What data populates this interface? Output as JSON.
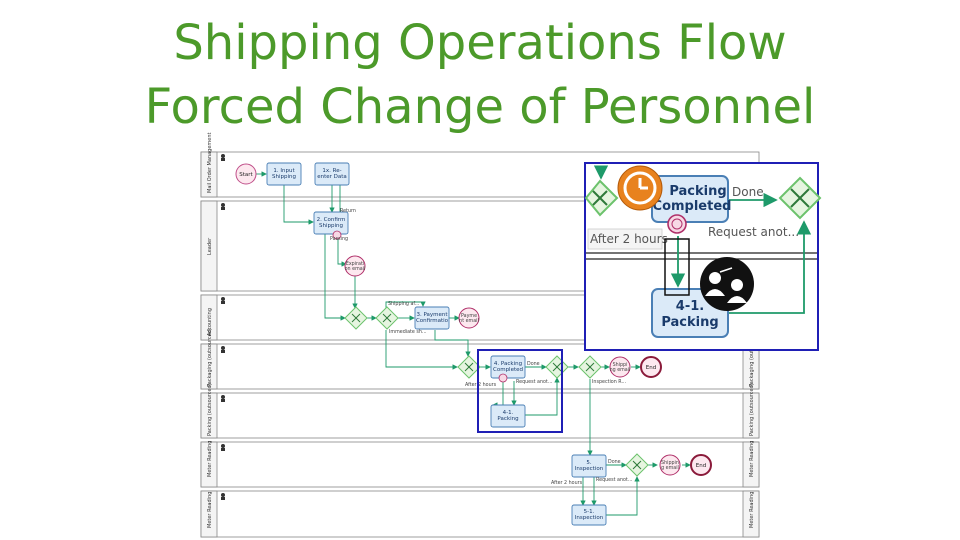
{
  "title": {
    "line1": "Shipping Operations Flow",
    "line2": "Forced Change of Personnel"
  },
  "lanes": [
    {
      "label": "Mail Order Management"
    },
    {
      "label": "Leader"
    },
    {
      "label": "Accounting"
    },
    {
      "label": "Packaging (outsourced)"
    },
    {
      "label": "Packing (outsourced)"
    },
    {
      "label": "Meter Reading"
    },
    {
      "label": "Meter Reading"
    }
  ],
  "events": {
    "start": "Start",
    "end1": "End",
    "end2": "End",
    "expiration_email": "Expirati on email",
    "payment_email": "Payme nt email",
    "shipping_email1": "Shippi ng email",
    "shipping_email2": "Shippin g email"
  },
  "tasks": {
    "input_shipping": "1. Input Shipping",
    "reenter_data": "1x. Re-enter Data",
    "confirm_shipping": "2. Confirm Shipping",
    "payment_confirmation": "3. Payment Confirmatio",
    "packing_completed": "4. Packing Completed",
    "packing": "4-1. Packing",
    "inspection": "5. Inspection",
    "inspection_sub": "5-1. Inspection"
  },
  "flow_labels": {
    "return": "Return",
    "passing": "Passing",
    "shipping_af": "Shipping af...",
    "immediate_sh": "Immediate sh...",
    "done1": "Done",
    "after2_1": "After 2 hours",
    "request1": "Request anot...",
    "inspection_r": "Inspection R...",
    "done2": "Done",
    "after2_2": "After 2 hours",
    "request2": "Request anot..."
  },
  "zoom": {
    "packing_completed": "Packing Completed",
    "done": "Done",
    "after2": "After 2 hours",
    "request": "Request anot...",
    "packing": "4-1. Packing"
  },
  "colors": {
    "title_green": "#4c9a2a",
    "task_fill": "#dbeaf8",
    "task_stroke": "#4a7fb5",
    "flow_green": "#1e9a6a",
    "gateway_green": "#6cc26c",
    "highlight_blue": "#1f1fb5",
    "event_pink": "#b0306a",
    "timer_orange": "#e8821e"
  }
}
